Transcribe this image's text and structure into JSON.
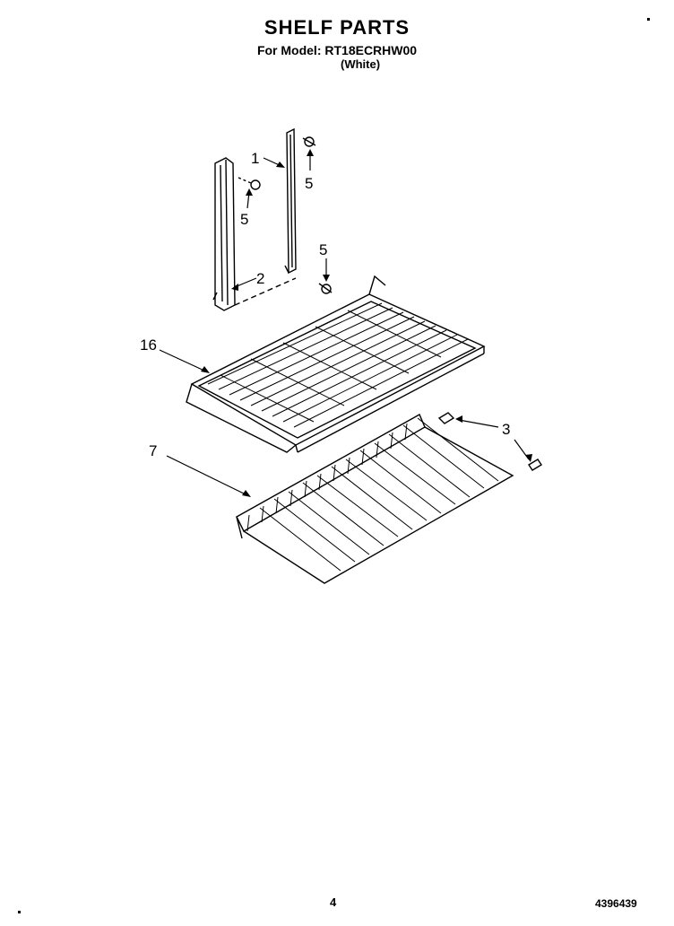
{
  "header": {
    "title": "SHELF PARTS",
    "model_line": "For Model: RT18ECRHW00",
    "color_line": "(White)"
  },
  "callouts": {
    "c1": "1",
    "c2": "2",
    "c3": "3",
    "c5a": "5",
    "c5b": "5",
    "c5c": "5",
    "c7": "7",
    "c16": "16"
  },
  "footer": {
    "page_number": "4",
    "document_number": "4396439"
  }
}
